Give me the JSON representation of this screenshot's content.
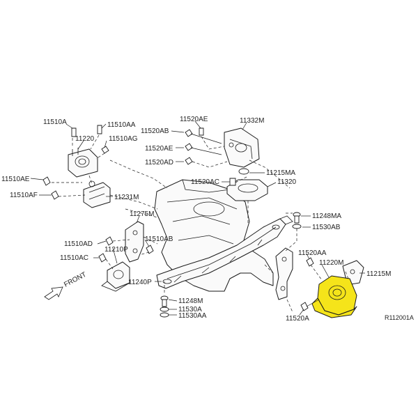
{
  "diagram": {
    "reference_code": "R112001A",
    "highlight_color": "#f5e41a",
    "front_label": "FRONT",
    "labels": {
      "p11510A": "11510A",
      "p11510AA": "11510AA",
      "p11220": "11220",
      "p11510AG": "11510AG",
      "p11510AE": "11510AE",
      "p11510AF": "11510AF",
      "p11231M": "11231M",
      "p11520AE": "11520AE",
      "p11332M": "11332M",
      "p11520AB": "11520AB",
      "p11520AE_2": "11520AE",
      "p11520AD": "11520AD",
      "p11215MA": "11215MA",
      "p11520AC": "11520AC",
      "p11320": "11320",
      "p11248MA": "11248MA",
      "p11530AB": "11530AB",
      "p11275M": "11275M",
      "p11510AD": "11510AD",
      "p11510AB": "11510AB",
      "p11210P": "11210P",
      "p11510AC": "11510AC",
      "p11520AA": "11520AA",
      "p11220M": "11220M",
      "p11215M": "11215M",
      "p11240P": "11240P",
      "p11248M": "11248M",
      "p11530A": "11530A",
      "p11530AA": "11530AA",
      "p11520A": "11520A"
    }
  }
}
